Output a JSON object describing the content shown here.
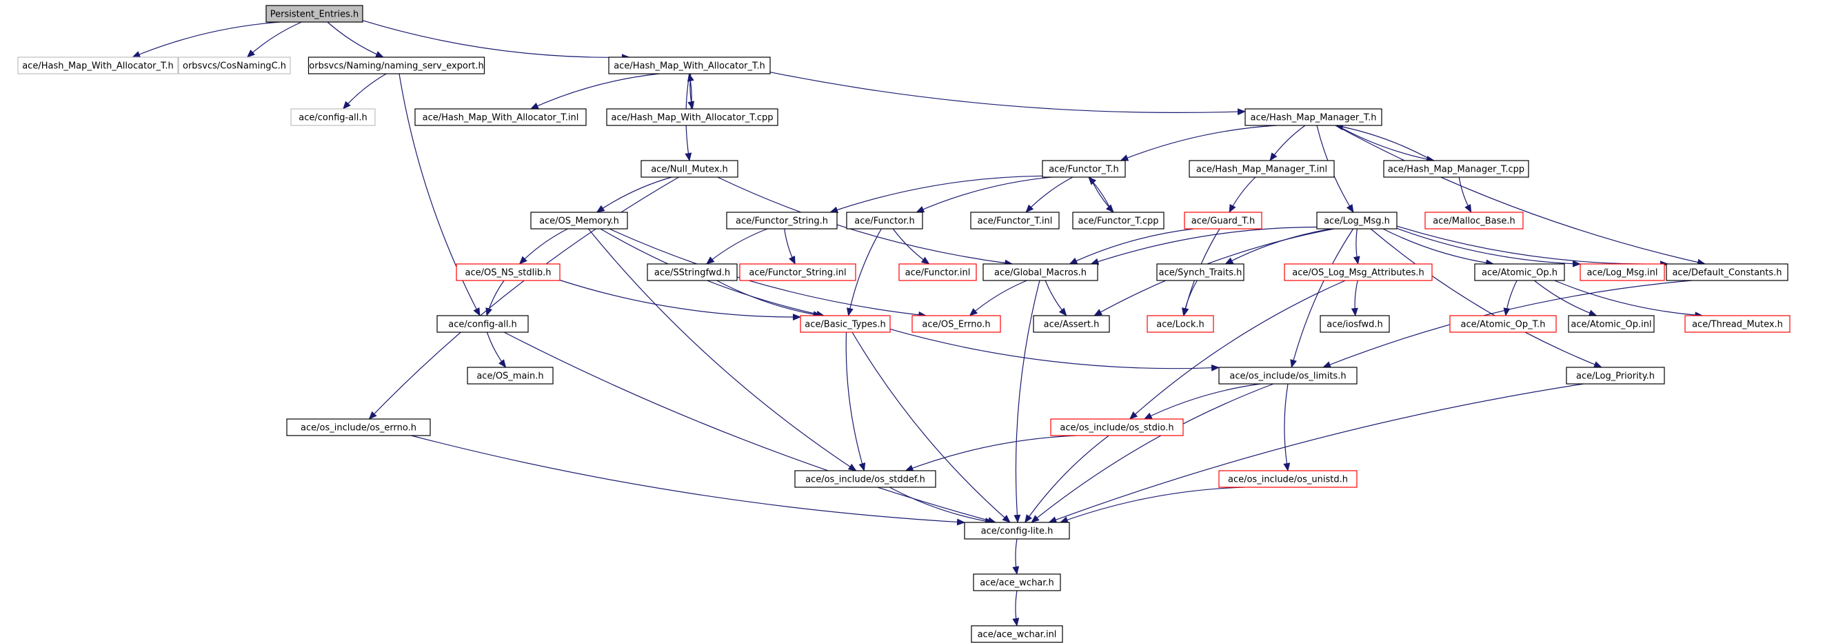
{
  "colors": {
    "edge": "#191970",
    "root_fill": "#bfbfbf",
    "root_border": "#000000",
    "normal_border": "#000000",
    "truncated_border": "#ff0000",
    "missing_border": "#bfbfbf",
    "missing_text": "#404040",
    "node_fill": "#ffffff"
  },
  "nodes": {
    "persistent_entries_h": {
      "label": "Persistent_Entries.h",
      "kind": "root"
    },
    "hash_map_with_allocator_t_h_missing": {
      "label": "ace/Hash_Map_With_Allocator_T.h",
      "kind": "missing"
    },
    "cosnamingc_h": {
      "label": "orbsvcs/CosNamingC.h",
      "kind": "missing"
    },
    "naming_serv_export_h": {
      "label": "orbsvcs/Naming/naming_serv_export.h",
      "kind": "normal"
    },
    "hash_map_with_allocator_t_h": {
      "label": "ace/Hash_Map_With_Allocator_T.h",
      "kind": "normal"
    },
    "config_all_h_missing": {
      "label": "ace/config-all.h",
      "kind": "missing"
    },
    "hash_map_with_allocator_t_inl": {
      "label": "ace/Hash_Map_With_Allocator_T.inl",
      "kind": "normal"
    },
    "hash_map_with_allocator_t_cpp": {
      "label": "ace/Hash_Map_With_Allocator_T.cpp",
      "kind": "normal"
    },
    "hash_map_manager_t_h": {
      "label": "ace/Hash_Map_Manager_T.h",
      "kind": "normal"
    },
    "null_mutex_h": {
      "label": "ace/Null_Mutex.h",
      "kind": "normal"
    },
    "functor_t_h": {
      "label": "ace/Functor_T.h",
      "kind": "normal"
    },
    "hash_map_manager_t_inl": {
      "label": "ace/Hash_Map_Manager_T.inl",
      "kind": "normal"
    },
    "hash_map_manager_t_cpp": {
      "label": "ace/Hash_Map_Manager_T.cpp",
      "kind": "normal"
    },
    "os_memory_h": {
      "label": "ace/OS_Memory.h",
      "kind": "normal"
    },
    "functor_string_h": {
      "label": "ace/Functor_String.h",
      "kind": "normal"
    },
    "functor_h": {
      "label": "ace/Functor.h",
      "kind": "normal"
    },
    "functor_t_inl": {
      "label": "ace/Functor_T.inl",
      "kind": "normal"
    },
    "functor_t_cpp": {
      "label": "ace/Functor_T.cpp",
      "kind": "normal"
    },
    "guard_t_h": {
      "label": "ace/Guard_T.h",
      "kind": "truncated"
    },
    "log_msg_h": {
      "label": "ace/Log_Msg.h",
      "kind": "normal"
    },
    "malloc_base_h": {
      "label": "ace/Malloc_Base.h",
      "kind": "truncated"
    },
    "os_ns_stdlib_h": {
      "label": "ace/OS_NS_stdlib.h",
      "kind": "truncated"
    },
    "sstringfwd_h": {
      "label": "ace/SStringfwd.h",
      "kind": "normal"
    },
    "functor_string_inl": {
      "label": "ace/Functor_String.inl",
      "kind": "truncated"
    },
    "functor_inl": {
      "label": "ace/Functor.inl",
      "kind": "truncated"
    },
    "global_macros_h": {
      "label": "ace/Global_Macros.h",
      "kind": "normal"
    },
    "synch_traits_h": {
      "label": "ace/Synch_Traits.h",
      "kind": "normal"
    },
    "os_log_msg_attributes_h": {
      "label": "ace/OS_Log_Msg_Attributes.h",
      "kind": "truncated"
    },
    "atomic_op_h": {
      "label": "ace/Atomic_Op.h",
      "kind": "normal"
    },
    "log_msg_inl": {
      "label": "ace/Log_Msg.inl",
      "kind": "truncated"
    },
    "default_constants_h": {
      "label": "ace/Default_Constants.h",
      "kind": "normal"
    },
    "config_all_h": {
      "label": "ace/config-all.h",
      "kind": "normal"
    },
    "basic_types_h": {
      "label": "ace/Basic_Types.h",
      "kind": "truncated"
    },
    "os_errno_h": {
      "label": "ace/OS_Errno.h",
      "kind": "truncated"
    },
    "assert_h": {
      "label": "ace/Assert.h",
      "kind": "normal"
    },
    "lock_h": {
      "label": "ace/Lock.h",
      "kind": "truncated"
    },
    "iosfwd_h": {
      "label": "ace/iosfwd.h",
      "kind": "normal"
    },
    "atomic_op_t_h": {
      "label": "ace/Atomic_Op_T.h",
      "kind": "truncated"
    },
    "atomic_op_inl": {
      "label": "ace/Atomic_Op.inl",
      "kind": "normal"
    },
    "thread_mutex_h": {
      "label": "ace/Thread_Mutex.h",
      "kind": "truncated"
    },
    "os_main_h": {
      "label": "ace/OS_main.h",
      "kind": "normal"
    },
    "os_limits_h": {
      "label": "ace/os_include/os_limits.h",
      "kind": "normal"
    },
    "log_priority_h": {
      "label": "ace/Log_Priority.h",
      "kind": "normal"
    },
    "os_errno_inc_h": {
      "label": "ace/os_include/os_errno.h",
      "kind": "normal"
    },
    "os_stdio_h": {
      "label": "ace/os_include/os_stdio.h",
      "kind": "truncated"
    },
    "os_stddef_h": {
      "label": "ace/os_include/os_stddef.h",
      "kind": "normal"
    },
    "os_unistd_h": {
      "label": "ace/os_include/os_unistd.h",
      "kind": "truncated"
    },
    "config_lite_h": {
      "label": "ace/config-lite.h",
      "kind": "normal"
    },
    "ace_wchar_h": {
      "label": "ace/ace_wchar.h",
      "kind": "normal"
    },
    "ace_wchar_inl": {
      "label": "ace/ace_wchar.inl",
      "kind": "normal"
    }
  },
  "edges": [
    [
      "persistent_entries_h",
      "hash_map_with_allocator_t_h_missing"
    ],
    [
      "persistent_entries_h",
      "cosnamingc_h"
    ],
    [
      "persistent_entries_h",
      "naming_serv_export_h"
    ],
    [
      "persistent_entries_h",
      "hash_map_with_allocator_t_h"
    ],
    [
      "naming_serv_export_h",
      "config_all_h_missing"
    ],
    [
      "naming_serv_export_h",
      "config_all_h"
    ],
    [
      "hash_map_with_allocator_t_h",
      "hash_map_with_allocator_t_inl"
    ],
    [
      "hash_map_with_allocator_t_h",
      "hash_map_with_allocator_t_cpp"
    ],
    [
      "hash_map_with_allocator_t_cpp",
      "hash_map_with_allocator_t_h"
    ],
    [
      "hash_map_with_allocator_t_h",
      "hash_map_manager_t_h"
    ],
    [
      "hash_map_with_allocator_t_h",
      "null_mutex_h"
    ],
    [
      "hash_map_manager_t_h",
      "functor_t_h"
    ],
    [
      "hash_map_manager_t_h",
      "hash_map_manager_t_inl"
    ],
    [
      "hash_map_manager_t_h",
      "hash_map_manager_t_cpp"
    ],
    [
      "hash_map_manager_t_cpp",
      "hash_map_manager_t_h"
    ],
    [
      "hash_map_manager_t_h",
      "log_msg_h"
    ],
    [
      "hash_map_manager_t_h",
      "default_constants_h"
    ],
    [
      "hash_map_manager_t_cpp",
      "malloc_base_h"
    ],
    [
      "hash_map_manager_t_inl",
      "guard_t_h"
    ],
    [
      "null_mutex_h",
      "os_memory_h"
    ],
    [
      "null_mutex_h",
      "global_macros_h"
    ],
    [
      "null_mutex_h",
      "os_errno_inc_h"
    ],
    [
      "functor_t_h",
      "functor_string_h"
    ],
    [
      "functor_t_h",
      "functor_h"
    ],
    [
      "functor_t_h",
      "functor_t_inl"
    ],
    [
      "functor_t_h",
      "functor_t_cpp"
    ],
    [
      "functor_t_cpp",
      "functor_t_h"
    ],
    [
      "functor_string_h",
      "sstringfwd_h"
    ],
    [
      "functor_string_h",
      "functor_string_inl"
    ],
    [
      "functor_h",
      "basic_types_h"
    ],
    [
      "functor_h",
      "functor_inl"
    ],
    [
      "sstringfwd_h",
      "basic_types_h"
    ],
    [
      "os_memory_h",
      "os_ns_stdlib_h"
    ],
    [
      "os_memory_h",
      "basic_types_h"
    ],
    [
      "os_memory_h",
      "os_errno_h"
    ],
    [
      "os_memory_h",
      "os_stddef_h"
    ],
    [
      "os_ns_stdlib_h",
      "config_all_h"
    ],
    [
      "os_ns_stdlib_h",
      "basic_types_h"
    ],
    [
      "guard_t_h",
      "global_macros_h"
    ],
    [
      "guard_t_h",
      "lock_h"
    ],
    [
      "log_msg_h",
      "global_macros_h"
    ],
    [
      "log_msg_h",
      "synch_traits_h"
    ],
    [
      "log_msg_h",
      "os_log_msg_attributes_h"
    ],
    [
      "log_msg_h",
      "atomic_op_h"
    ],
    [
      "log_msg_h",
      "log_msg_inl"
    ],
    [
      "log_msg_h",
      "default_constants_h"
    ],
    [
      "log_msg_h",
      "log_priority_h"
    ],
    [
      "log_msg_h",
      "assert_h"
    ],
    [
      "log_msg_h",
      "os_limits_h"
    ],
    [
      "global_macros_h",
      "assert_h"
    ],
    [
      "global_macros_h",
      "os_errno_h"
    ],
    [
      "global_macros_h",
      "config_lite_h"
    ],
    [
      "synch_traits_h",
      "lock_h"
    ],
    [
      "os_log_msg_attributes_h",
      "iosfwd_h"
    ],
    [
      "os_log_msg_attributes_h",
      "os_stdio_h"
    ],
    [
      "atomic_op_h",
      "atomic_op_t_h"
    ],
    [
      "atomic_op_h",
      "atomic_op_inl"
    ],
    [
      "atomic_op_h",
      "thread_mutex_h"
    ],
    [
      "default_constants_h",
      "os_limits_h"
    ],
    [
      "config_all_h",
      "os_main_h"
    ],
    [
      "config_all_h",
      "config_lite_h"
    ],
    [
      "basic_types_h",
      "os_limits_h"
    ],
    [
      "basic_types_h",
      "os_stddef_h"
    ],
    [
      "basic_types_h",
      "config_lite_h"
    ],
    [
      "os_limits_h",
      "os_stdio_h"
    ],
    [
      "os_limits_h",
      "os_unistd_h"
    ],
    [
      "os_limits_h",
      "config_lite_h"
    ],
    [
      "log_priority_h",
      "config_lite_h"
    ],
    [
      "os_errno_inc_h",
      "config_lite_h"
    ],
    [
      "os_stdio_h",
      "os_stddef_h"
    ],
    [
      "os_stdio_h",
      "config_lite_h"
    ],
    [
      "os_stddef_h",
      "config_lite_h"
    ],
    [
      "os_unistd_h",
      "config_lite_h"
    ],
    [
      "config_lite_h",
      "ace_wchar_h"
    ],
    [
      "ace_wchar_h",
      "ace_wchar_inl"
    ]
  ]
}
